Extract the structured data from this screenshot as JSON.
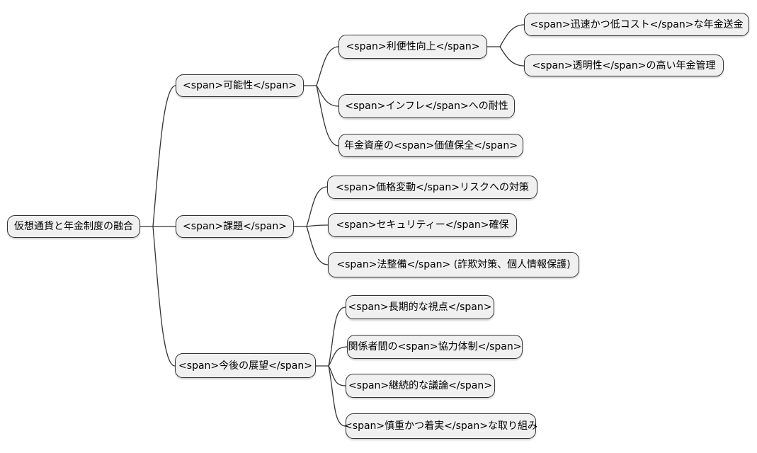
{
  "colors": {
    "background": "#ffffff",
    "node_fill": "#f0f0f0",
    "node_border": "#333333",
    "edge": "#333333",
    "text": "#000000"
  },
  "mindmap": {
    "type": "mindmap-diagram",
    "root": {
      "label": "仮想通貨と年金制度の融合",
      "children": [
        {
          "label": "<span>可能性</span>",
          "children": [
            {
              "label": "<span>利便性向上</span>",
              "children": [
                {
                  "label": "<span>迅速かつ低コスト</span>な年金送金"
                },
                {
                  "label": "<span>透明性</span>の高い年金管理"
                }
              ]
            },
            {
              "label": "<span>インフレ</span>への耐性"
            },
            {
              "label": "年金資産の<span>価値保全</span>"
            }
          ]
        },
        {
          "label": "<span>課題</span>",
          "children": [
            {
              "label": "<span>価格変動</span>リスクへの対策"
            },
            {
              "label": "<span>セキュリティー</span>確保"
            },
            {
              "label": "<span>法整備</span> (詐欺対策、個人情報保護)"
            }
          ]
        },
        {
          "label": "<span>今後の展望</span>",
          "children": [
            {
              "label": "<span>長期的な視点</span>"
            },
            {
              "label": "関係者間の<span>協力体制</span>"
            },
            {
              "label": "<span>継続的な議論</span>"
            },
            {
              "label": "<span>慎重かつ着実</span>な取り組み"
            }
          ]
        }
      ]
    }
  }
}
